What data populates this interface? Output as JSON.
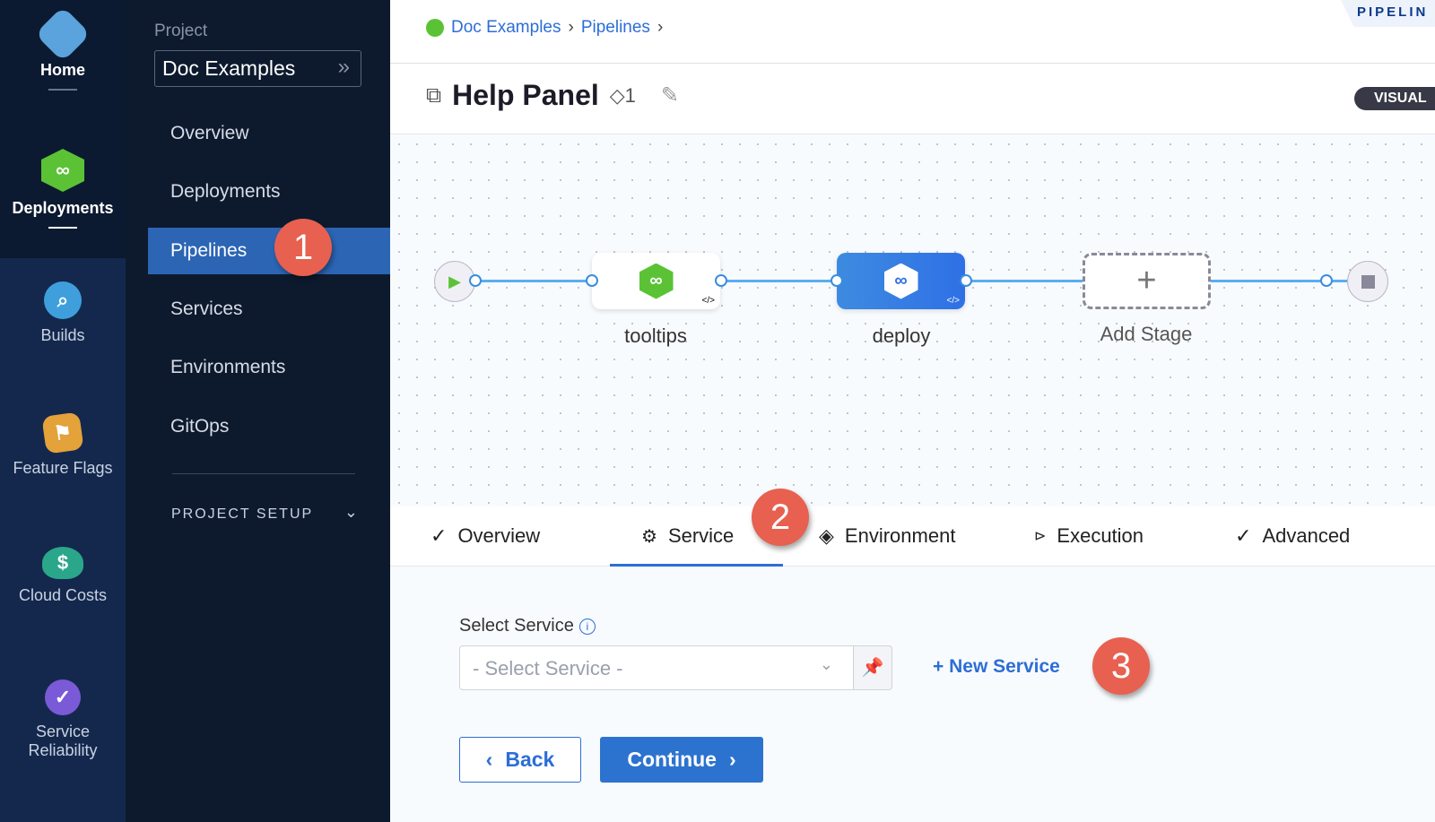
{
  "rail": {
    "items": [
      {
        "label": "Home",
        "icon": "home-icon"
      },
      {
        "label": "Deployments",
        "icon": "deployments-icon"
      },
      {
        "label": "Builds",
        "icon": "builds-icon"
      },
      {
        "label": "Feature Flags",
        "icon": "feature-flags-icon"
      },
      {
        "label": "Cloud Costs",
        "icon": "cloud-costs-icon"
      },
      {
        "label": "Service Reliability",
        "icon": "service-reliability-icon"
      }
    ]
  },
  "nav": {
    "project_label": "Project",
    "project": "Doc Examples",
    "items": [
      "Overview",
      "Deployments",
      "Pipelines",
      "Services",
      "Environments",
      "GitOps"
    ],
    "active": "Pipelines",
    "setup": "PROJECT SETUP"
  },
  "callouts": [
    "1",
    "2",
    "3"
  ],
  "header": {
    "breadcrumb": [
      "Doc Examples",
      "Pipelines"
    ],
    "title": "Help Panel",
    "tag_count": "1",
    "pipeline_tab": "PIPELIN",
    "view_toggle": "VISUAL"
  },
  "pipeline": {
    "stages": [
      {
        "name": "tooltips"
      },
      {
        "name": "deploy"
      }
    ],
    "add_stage": "Add Stage"
  },
  "tabs": [
    {
      "label": "Overview",
      "icon": "check-icon"
    },
    {
      "label": "Service",
      "icon": "gear-icon",
      "active": true
    },
    {
      "label": "Environment",
      "icon": "environment-icon"
    },
    {
      "label": "Execution",
      "icon": "execution-icon"
    },
    {
      "label": "Advanced",
      "icon": "check-icon"
    }
  ],
  "form": {
    "label": "Select Service",
    "placeholder": "- Select Service -",
    "new_service": "+ New Service",
    "back": "Back",
    "continue": "Continue"
  },
  "colors": {
    "accent": "#2c6ed6",
    "callout": "#e8604f",
    "rail": "#0b1a30"
  }
}
